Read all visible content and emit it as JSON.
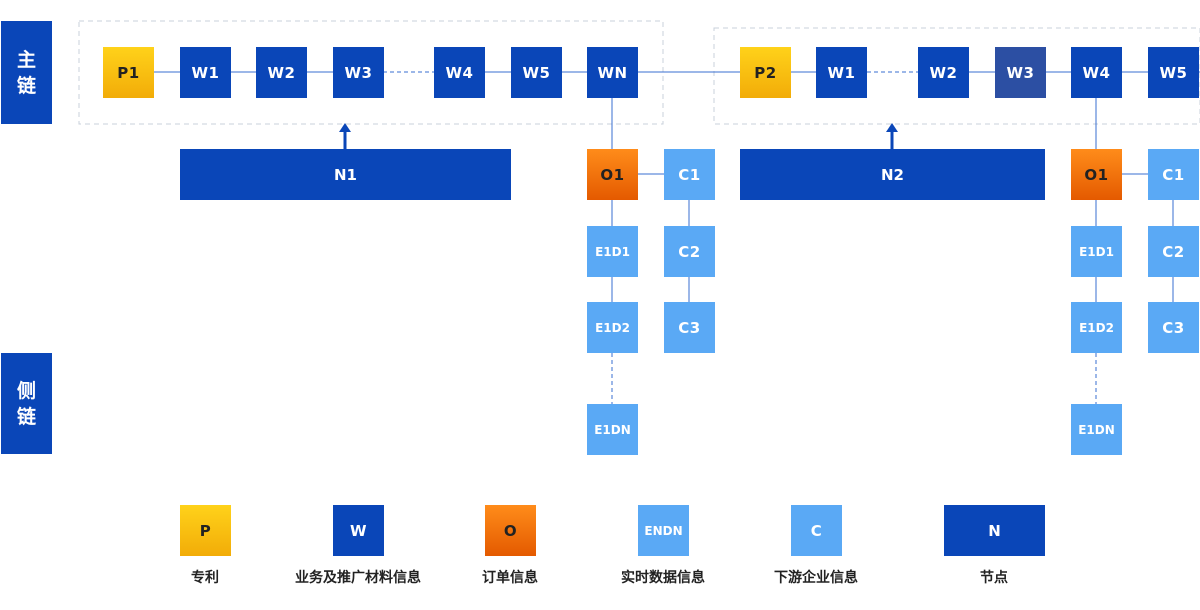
{
  "side_labels": {
    "main": "主\n链",
    "side": "侧\n链"
  },
  "main_chain_left": {
    "p1": "P1",
    "w1": "W1",
    "w2": "W2",
    "w3": "W3",
    "w4": "W4",
    "w5": "W5",
    "wn": "WN",
    "n1": "N1",
    "o1": "O1",
    "c1": "C1",
    "c2": "C2",
    "c3": "C3",
    "e1d1": "E1D1",
    "e1d2": "E1D2",
    "e1dn": "E1DN"
  },
  "main_chain_right": {
    "p2": "P2",
    "w1": "W1",
    "w2": "W2",
    "w3": "W3",
    "w4": "W4",
    "w5": "W5",
    "n2": "N2",
    "o1": "O1",
    "c1": "C1",
    "c2": "C2",
    "c3": "C3",
    "e1d1": "E1D1",
    "e1d2": "E1D2",
    "e1dn": "E1DN"
  },
  "legend": [
    {
      "code": "P",
      "label": "专利",
      "color": "#f5b50c"
    },
    {
      "code": "W",
      "label": "业务及推广材料信息",
      "color": "#0a46b8"
    },
    {
      "code": "O",
      "label": "订单信息",
      "color": "#f06d00"
    },
    {
      "code": "ENDN",
      "label": "实时数据信息",
      "color": "#5aa9f5"
    },
    {
      "code": "C",
      "label": "下游企业信息",
      "color": "#5aa9f5"
    },
    {
      "code": "N",
      "label": "节点",
      "color": "#0a46b8"
    }
  ],
  "colors": {
    "dark_blue": "#0a46b8",
    "light_blue": "#5aa9f5",
    "orange": "#f06d00",
    "yellow": "#f5b50c",
    "muted_blue": "#2c4fa3"
  }
}
